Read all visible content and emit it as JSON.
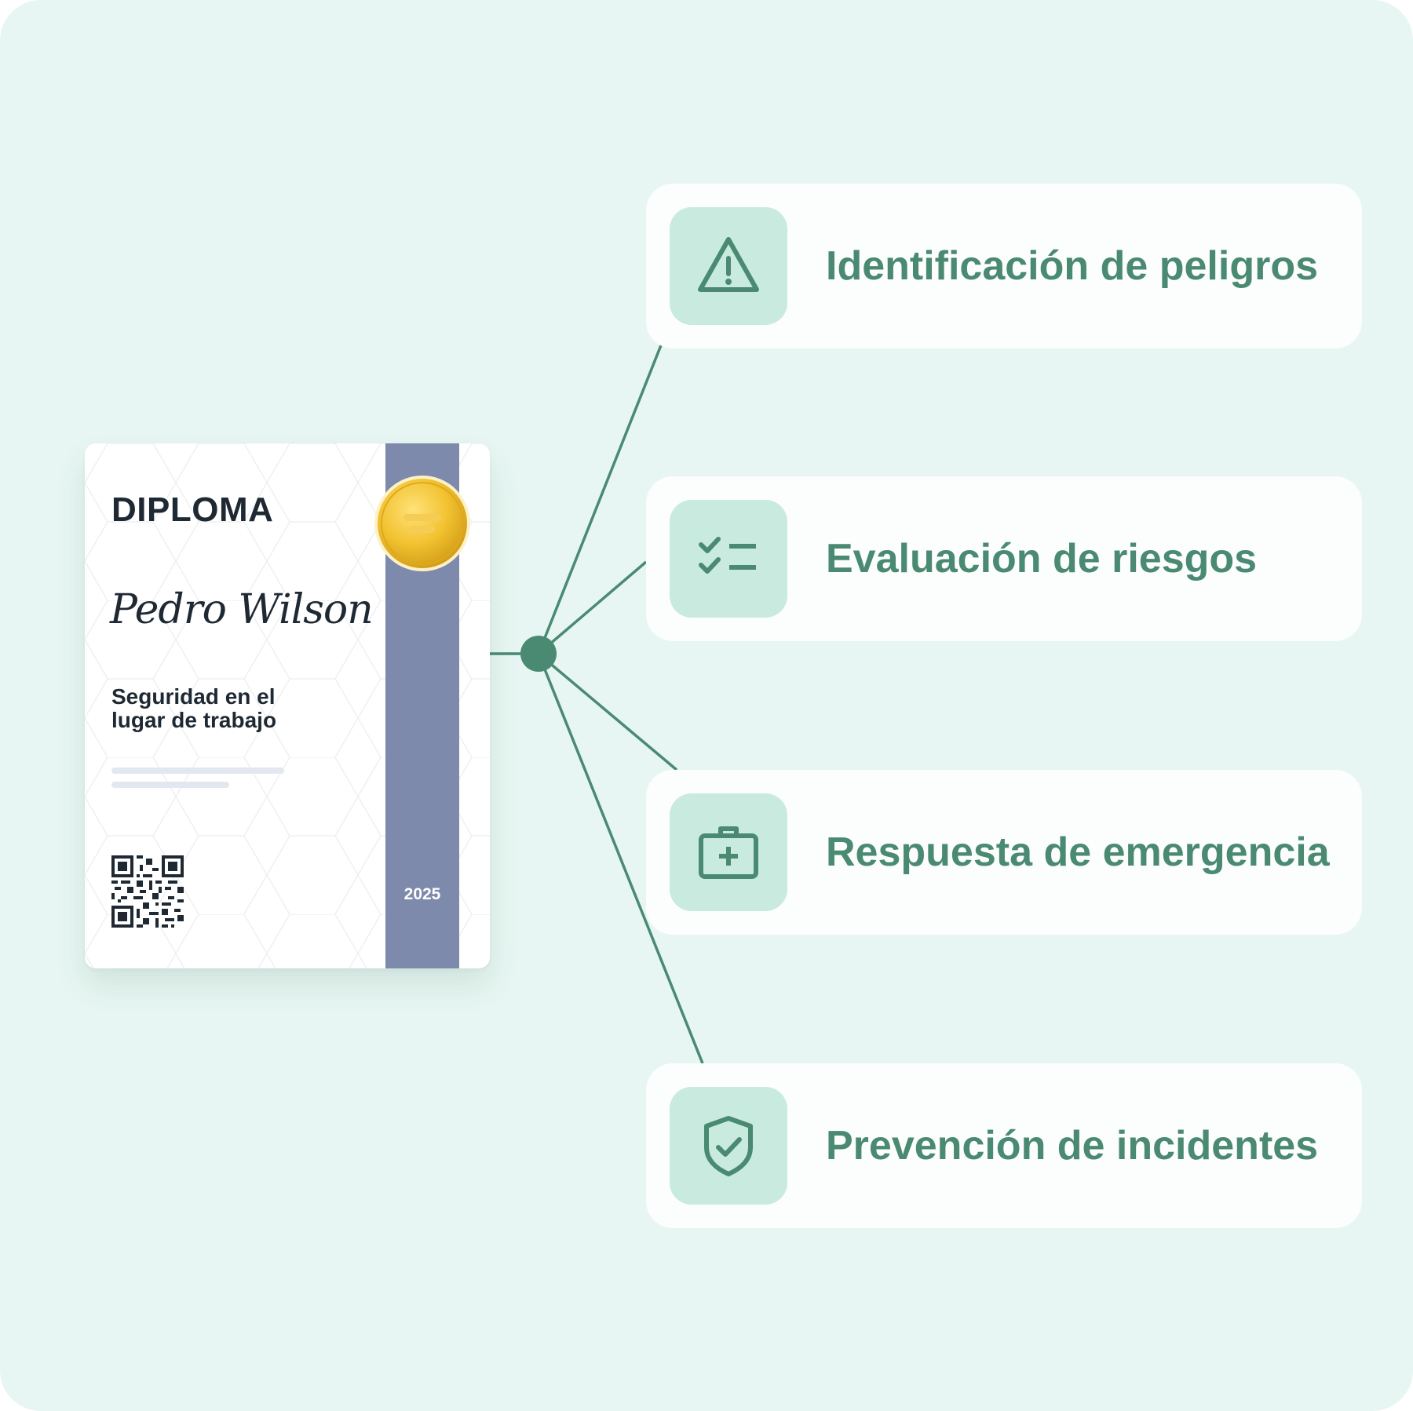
{
  "colors": {
    "background": "#e7f6f2",
    "accent": "#4a8a72",
    "icon_tile": "#c8eadf",
    "ribbon": "#7e8aab",
    "seal": "#f2c230",
    "text_dark": "#1f2933"
  },
  "diploma": {
    "title": "DIPLOMA",
    "recipient": "Pedro Wilson",
    "course_line_1": "Seguridad en el",
    "course_line_2": "lugar de trabajo",
    "year": "2025",
    "icons": [
      "gold-seal-icon",
      "qr-code-icon"
    ]
  },
  "topics": [
    {
      "label": "Identificación de peligros",
      "icon": "warning-triangle-icon"
    },
    {
      "label": "Evaluación de riesgos",
      "icon": "checklist-icon"
    },
    {
      "label": "Respuesta de emergencia",
      "icon": "first-aid-kit-icon"
    },
    {
      "label": "Prevención de incidentes",
      "icon": "shield-check-icon"
    }
  ]
}
